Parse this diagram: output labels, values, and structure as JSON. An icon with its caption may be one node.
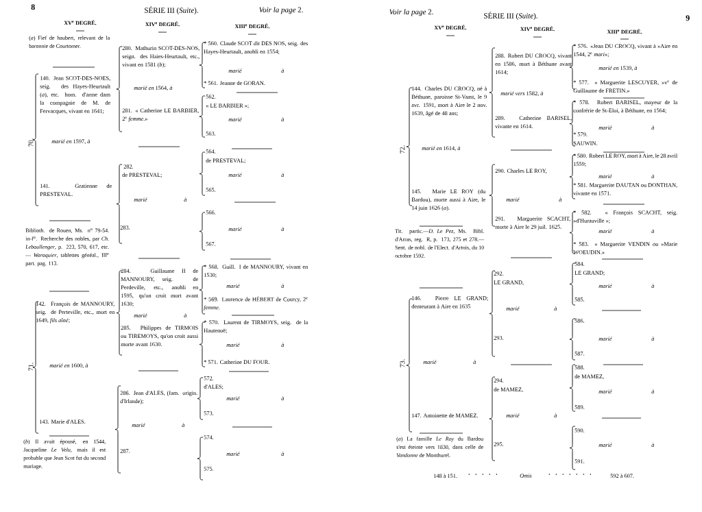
{
  "diagram": {
    "labels": [
      "8",
      "SÉRIE III (*Suite*).",
      "*Voir la page* 2.",
      "XV$^{e}$ DEGRÉ.",
      "XIV$^{e}$ DEGRÉ.",
      "XIII$^{e}$ DEGRÉ.",
      "(*a*) Fief de haubert, relevant de la baronnie de Courtomer.",
      "140. Jean SCOT-DES-NOES, seig. des Hayes-Heurtault (*a*), etc. hom. d'arme dans la compagnie de M. de Fervacques, vivant en 1641;",
      "70.",
      "*marié en* 1597, *à*",
      "141. Gratienne de PRESTEVAL.",
      "Biblioth. de Rouen, Ms. n$^{o}$ 79-54. in-f$^{o}$. Recherche des nobles, par *Ch. Leboullenger*, p. 223, 570, 617, etc. — *Waroquier*, tablettes généal., III$^{e}$ part. pag. 113.",
      "142. François de MANNOURY, seig. de Perteville, etc., mort en 1649, *fils aîné*;",
      "71.",
      "*marié en* 1600, *à*",
      "143. Marie d'ALES.",
      "(*b*) Il avait épousé, en 1544, Jacqueline *Le Velu*, mais il est probable que Jean Scot fut du second mariage.",
      "280. Mathurin SCOT-DES-NOS, seign. des Haies-Heurtault, etc., vivant en 1581 (*b*);",
      "*marié en* 1564, *à*",
      "281. « Catherine LE BARBIER, 2$^{e}$ *femme*.»",
      "282.",
      "de PRESTEVAL;",
      "marié",
      "à",
      "283.",
      "284. Guillaume II de MANNOURY, seig. de Perdeville, etc., anobli en 1595, qu'on croit mort avant 1630;",
      "marié",
      "à",
      "285. Philippes de TIRMOIS ou TIREMOYS, qu'on croit aussi morte avant 1630.",
      "286. Jean d'ALES, (fam. origin. d'Irlande);",
      "marié",
      "à",
      "287.",
      "* 560. Claude SCOT *dit* DES NOS, seig. des Hayes-Heurtault, anobli en 1554;",
      "marié",
      "à",
      "* 561. Jeanne de GORAN.",
      "562.",
      "« LE BARBIER »;",
      "marié",
      "à",
      "563.",
      "564.",
      "de PRESTEVAL;",
      "marié",
      "à",
      "565.",
      "566.",
      "marié",
      "à",
      "567.",
      "* 568. Guill. I de MANNOURY, vivant en 1530;",
      "marié",
      "à",
      "* 569. Laurence de HÉBERT de Courcy, 2$^{e}$ *femme*.",
      "* 570. Laurent de TIRMOYS, seig. de la Hautenoë;",
      "marié",
      "à",
      "* 571. Catherine DU FOUR.",
      "572.",
      "d'ALES;",
      "marié",
      "à",
      "573.",
      "574.",
      "marié",
      "à",
      "575.",
      "*Voir la page* 2.",
      "SÉRIE III (*Suite*).",
      "9",
      "XV$^{e}$ DEGRÉ.",
      "XIV$^{e}$ DEGRÉ.",
      "XIII$^{e}$ DEGRÉ.",
      "144. Charles DU CROCQ, né à Béthune, paroisse St-Vaast, le 9 avr. 1591, mort à Aire le 2 nov. 1639, âgé de 48 ans;",
      "72.",
      "*marié en* 1614, *à*",
      "145. Marie LE ROY (du Bardou), morte aussi à Aire, le 14 juin 1626 (*a*).",
      "Tit. partic.—*D. Le Pez*, Ms. Bibl. d'Arras, reg. R, p. 173, 275 et 278.—Sent. de nobl. de l'Elect. d'Artois, du 10 octobre 1592.",
      "146. Pierre LE GRAND; demeurant à Aire en 1635",
      "73.",
      "marié",
      "à",
      "147. Antoinette de MAMEZ.",
      "(*a*) La famille *Le Roy* du Bardou s'est éteinte vers 1830, dans celle de *Vandonne* de Monthurel.",
      "288. Robert DU CROCQ, vivant en 1586, mort à Béthune avant 1614;",
      "*marié vers* 1582, *à*",
      "289. Catherine BARISEL, vivante en 1614.",
      "290. Charles LE ROY,",
      "marié",
      "à",
      "291. Marguerite SCACHT, morte à Aire le 29 juil. 1625.",
      "292.",
      "LE GRAND,",
      "marié",
      "à",
      "293.",
      "294.",
      "de MAMEZ,",
      "marié",
      "à",
      "295.",
      "* 576. «Jean DU CROCQ, vivant à »Aire en 1544, 2$^{e}$ *mari*»;",
      "*marié en* 1539, *à*",
      "* 577. « Marguerite LESCUYER, »v$^{e}$ de Guillaume de FRETIN.»",
      "* 578. Robert BARISEL, mayeur de la confrérie de St-Eloi, à Béthune, en 1564;",
      "marié",
      "à",
      "* 579.",
      "SAUWIN.",
      "* 580. Robert LE ROY, mort à Aire, le 28 avril 1559;",
      "marié",
      "à",
      "* 581. Marguerite DAUTAN ou DONTHAN, vivante en 1571.",
      "* 582. « François SCACHT, seig. »d'Hurauville »;",
      "marié",
      "à",
      "* 583. « Marguerite VENDIN *ou* »Marie WOEUDIN.»",
      "584.",
      "LE GRAND;",
      "marié",
      "à",
      "585.",
      "586.",
      "marié",
      "à",
      "587.",
      "588.",
      "de MAMEZ,",
      "marié",
      "à",
      "589.",
      "590.",
      "marié",
      "à",
      "591.",
      "148 à 151.",
      "Omis",
      "592 à 607.",
      ". . . . .",
      ". . . . . . ."
    ]
  }
}
